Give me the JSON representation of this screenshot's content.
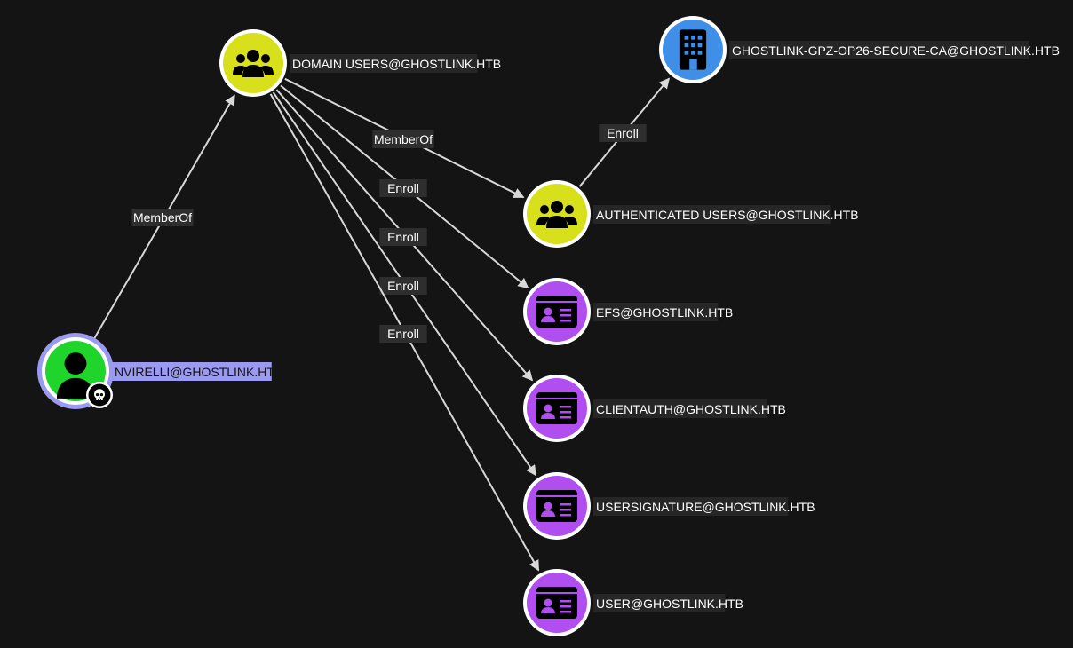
{
  "colors": {
    "background": "#141414",
    "group_fill": "#d8e01c",
    "user_fill": "#1fd42a",
    "template_fill": "#b04ef0",
    "ca_fill": "#3f8fe8",
    "selection_ring": "#9a9af0",
    "edge": "#d8d8d8"
  },
  "nodes": [
    {
      "id": "domain_users",
      "kind": "group",
      "icon": "users-group-icon",
      "label": "DOMAIN USERS@GHOSTLINK.HTB"
    },
    {
      "id": "ca",
      "kind": "ca",
      "icon": "building-icon",
      "label": "GHOSTLINK-GPZ-OP26-SECURE-CA@GHOSTLINK.HTB"
    },
    {
      "id": "auth_users",
      "kind": "group",
      "icon": "users-group-icon",
      "label": "AUTHENTICATED USERS@GHOSTLINK.HTB"
    },
    {
      "id": "efs",
      "kind": "template",
      "icon": "id-card-icon",
      "label": "EFS@GHOSTLINK.HTB"
    },
    {
      "id": "clientauth",
      "kind": "template",
      "icon": "id-card-icon",
      "label": "CLIENTAUTH@GHOSTLINK.HTB"
    },
    {
      "id": "usersignature",
      "kind": "template",
      "icon": "id-card-icon",
      "label": "USERSIGNATURE@GHOSTLINK.HTB"
    },
    {
      "id": "user",
      "kind": "template",
      "icon": "id-card-icon",
      "label": "USER@GHOSTLINK.HTB"
    },
    {
      "id": "nvirelli",
      "kind": "user",
      "icon": "user-icon",
      "badge": "skull-icon",
      "selected": true,
      "label": "NVIRELLI@GHOSTLINK.HTB"
    }
  ],
  "edges": [
    {
      "id": "nvirelli-domain_users",
      "from": "nvirelli",
      "to": "domain_users",
      "label": "MemberOf"
    },
    {
      "id": "domain_users-auth_users",
      "from": "domain_users",
      "to": "auth_users",
      "label": "MemberOf"
    },
    {
      "id": "auth_users-ca",
      "from": "auth_users",
      "to": "ca",
      "label": "Enroll"
    },
    {
      "id": "domain_users-efs",
      "from": "domain_users",
      "to": "efs",
      "label": "Enroll"
    },
    {
      "id": "domain_users-clientauth",
      "from": "domain_users",
      "to": "clientauth",
      "label": "Enroll"
    },
    {
      "id": "domain_users-usersignature",
      "from": "domain_users",
      "to": "usersignature",
      "label": "Enroll"
    },
    {
      "id": "domain_users-user",
      "from": "domain_users",
      "to": "user",
      "label": "Enroll"
    }
  ]
}
